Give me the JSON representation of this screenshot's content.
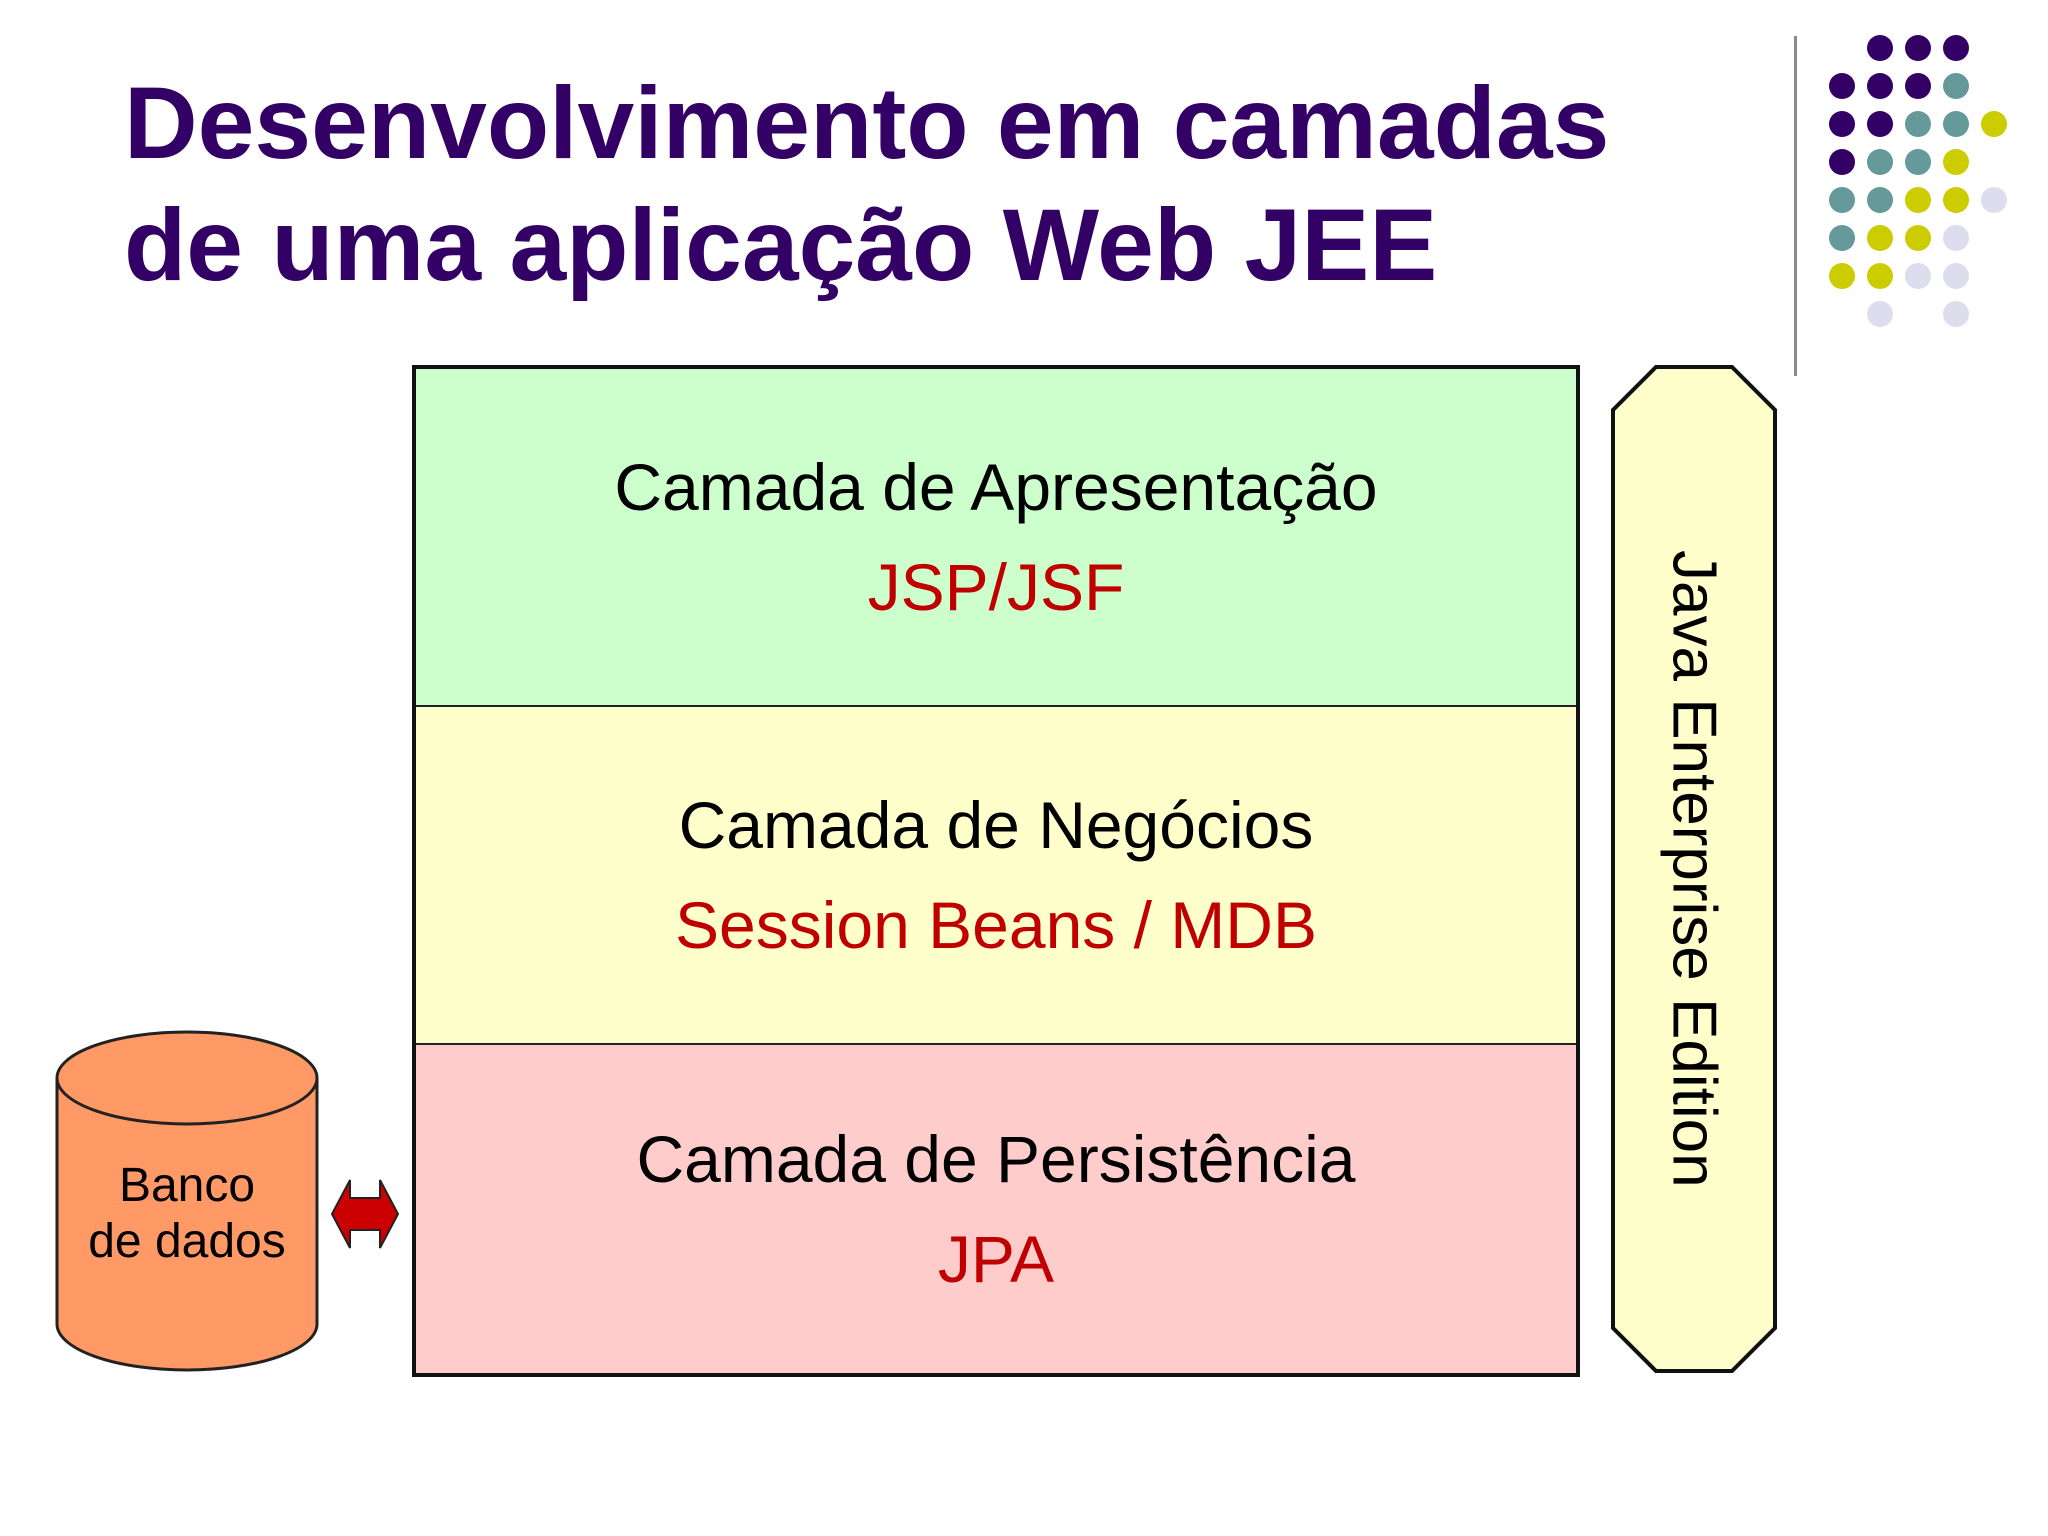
{
  "slide": {
    "title_line1": "Desenvolvimento em camadas",
    "title_line2": "de uma aplicação Web JEE"
  },
  "layers": [
    {
      "name": "Camada de Apresentação",
      "tech": "JSP/JSF"
    },
    {
      "name": "Camada de Negócios",
      "tech": "Session Beans / MDB"
    },
    {
      "name": "Camada de Persistência",
      "tech": "JPA"
    }
  ],
  "platform": {
    "label": "Java Enterprise Edition"
  },
  "database": {
    "line1": "Banco",
    "line2": "de dados"
  },
  "colors": {
    "title": "#330066",
    "tech_text": "#c00000",
    "presentation_fill": "#ccffcc",
    "business_fill": "#ffffcc",
    "persistence_fill": "#ffcccc",
    "platform_fill": "#ffffcc",
    "database_fill": "#ff9966",
    "arrow_fill": "#cc0000",
    "dot_purple": "#330066",
    "dot_teal": "#669999",
    "dot_olive": "#cccc00",
    "dot_lavender": "#ddddee"
  }
}
